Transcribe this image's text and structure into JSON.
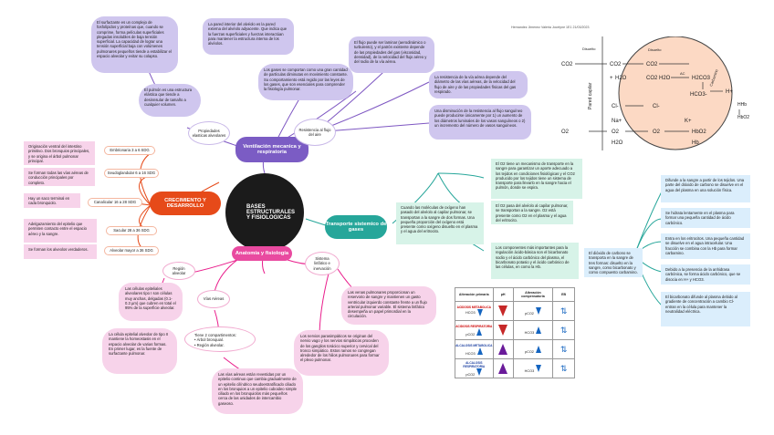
{
  "header": {
    "author_line": "Hernandez Jimenez Valeria Jocelyne 1E1 21/03/2023"
  },
  "center": {
    "title": "BASES ESTRUCTURALES Y FISIOLOGICAS"
  },
  "ventilacion": {
    "title": "Ventilación mecanica y respiratoria",
    "surfactante": "El surfactante es un complejo de fosfolípidos y proteínas que, cuando se comprime, forma películas superficiales plegadas insolubles de baja tensión superficial. La capacidad de lograr una tensión superficial baja con volúmenes pulmonares pequeños tiende a estabilizar el espacio alveolar y evitar su colapso.",
    "pared": "La pared interior del alvéolo es la pared externa del alvéolo adyacente. Que indica que la fuerzas superficiales y fuerzas interactúan para mantener la estructura interna de los alvéolos.",
    "pulmon": "El pulmón es una estructura elástica que tiende a desinnsular de tamaño a cualquier volumen.",
    "prop_elasticas": "Propiedades elasticas alveolares",
    "gases": "Los gases se comportan como una gran cantidad de partículas diminutas en movimiento constante. Su comportamiento está regido por las leyes de los gases, que son esenciales para comprender la fisiología pulmonar.",
    "resistencia": "Resistencia al flujo del aire",
    "flujo": "El flujo puede ser laminar (aerodinámico o turbulento), y el patrón existente depende de las propiedades del gas (viscosidad, densidad), de la velocidad del flujo aéreo y del radio de la vía aérea.",
    "resistencia_via": "La resistencia de la vía aérea depende del diámetro de las vías aéreas, de la velocidad del flujo de aire y de las propiedades físicas del gas respirado.",
    "disminucion": "Una disminución de la resistencia al flujo sanguíneo puede producirse únicamente por 1) un aumento de los diámetros luminales de los vasos sanguíneos o 2) un incremento del número de vasos sanguíneos."
  },
  "crecimiento": {
    "title": "CRECIMIENTO Y DESARROLLO",
    "stages": [
      {
        "label": "Embrionaria 3 a 6 SDG",
        "desc": "Originación ventral del intestino primitivo. Dos bronquios principales, y se origina el árbol pulmonar principal."
      },
      {
        "label": "Seudoglandular 6 a 16 SDG",
        "desc": "Se forman todas las vías aéreas de conducción principales por completo."
      },
      {
        "label": "Canalicular 16 a 28 SDG",
        "desc": "Hay un saco terminal en cada bronquiolo."
      },
      {
        "label": "Sacular 28 a 36 SDG",
        "desc": "Adelgazamiento del epitelio que permiten contacto entre el espacio aéreo y la sangre."
      },
      {
        "label": "Alveolar mayor a 36 SDG",
        "desc": "Se forman los alveolos verdaderos."
      }
    ]
  },
  "anatomia": {
    "title": "Anatomía y fisiología",
    "region_alveolar": "Región alveolar",
    "cel_tipo1": "Las células epiteliales alveolares tipo I son células muy anchas, delgadas (0.1-0.3 µm) que cubren en total el 95% de la superficie alveolar.",
    "cel_tipo2": "La célula epitelial alveolar de tipo II mantiene la homeostasis en el espacio alveolar de varias formas. En primer lugar, es la fuente de surfactante pulmonar.",
    "vias_aereas": "Vías Aéreas",
    "tiene": "Tiene 2 compartimentos:",
    "comp1": "Árbol bronquial.",
    "comp2": "Región alveolar.",
    "vias_desc": "Las vías aéreas están revestidas por un epitelio continuo que cambia gradualmente de un epitelio cilíndrico seudoestratificado ciliado en los bronquios a un epitelio cuboideo simple ciliado en los bronquiolos más pequeños cerca de las unidades de intercambio gaseoso.",
    "sistema": "Sistema linfático e inervación",
    "venas": "Las venas pulmonares proporcionan un reservorio de sangre y mantienen un gasto ventricular izquierdo constante frente a un flujo arterial pulmonar variable. El sistema linfático desempeña un papel primordial en la circulación.",
    "nervios": "Los nervios parasimpáticos se originan del nervio vago y los nervios simpáticos proceden de los ganglios torácico superior y cervical del tronco simpático. Estos ramos se congregan alrededor de los hilios pulmonares para formar el plexo pulmonar."
  },
  "transporte": {
    "title": "Transporte sistemico de gases",
    "o2": "El O2 tiene un mecanismo de transporte en la sangre para garantizar un aporte adecuado a los tejidos en condiciones fisiológicas y el CO2 producido por los tejidos tiene un sistema de transporte para llevarlo en la sangre hacia el pulmón, donde se espira.",
    "inspirado": "Cuando las moléculas de oxígeno han pasado del alvéolo al capilar pulmonar, se transportan a la sangre de dos formas. Una pequeña proporción del oxígeno está presente como oxígeno disuelto en el plasma y el agua del eritrocito.",
    "o2_pasa": "El O2 pasa del alvéolo al capilar pulmonar, se transportan a la sangre. O2 está presente como O2 en el plasma y el agua del eritrocito.",
    "amortiguadores": "Los componentes más importantes para la regulación ácido-básica son el bicarbonato sodio y el ácido carbónico del plasma, el bicarbonato potasio y el ácido carbónico de las células, en como la Hb.",
    "dioxido": "El dióxido de carbono se transporta en la sangre de tres formas: disuelto en la sangre, como bicarbonato y como compuesto carbamino.",
    "co2_items": [
      "Difunde a la sangre a partir de los tejidos. Una parte del dióxido de carbono se disuelve en el agua del plasma en una solución física.",
      "Se hidrata lentamente en el plasma para formar una pequeña cantidad de ácido carbónico.",
      "Entra en los eritrocitos. Una pequeña cantidad se disuelve en el agua intracelular. Una fracción se combina con la Hb para formar carbamino.",
      "Debido a la presencia de la anhidrasa carbónica, se forma ácido carbónico, que se disocia en H+ y HCO3.",
      "El bicarbonato difunde al plasma debido al gradiente de concentración a cambio Cl- entran en la célula para mantener la neutralidad eléctrica."
    ]
  },
  "table": {
    "headers": [
      "Alteración primaria",
      "pH",
      "Alteración compensatoria",
      "EB"
    ],
    "rows": [
      {
        "name": "ACIDOSIS METABOLICA",
        "primary": "HCO3",
        "comp": "pCO2",
        "color": "#c62828"
      },
      {
        "name": "ACIDOSIS RESPIRATORIA",
        "primary": "pCO2",
        "comp": "HCO3",
        "color": "#c62828"
      },
      {
        "name": "ALCALOSIS METABOLICA",
        "primary": "HCO3",
        "comp": "pCO2",
        "color": "#6a1b9a"
      },
      {
        "name": "ALCALOSIS RESPIRATORIA",
        "primary": "pCO2",
        "comp": "HCO3",
        "color": "#6a1b9a"
      }
    ]
  },
  "diagram": {
    "disuelto1": "Disuelto",
    "disuelto2": "Disuelto",
    "carbamino": "Carbamino",
    "pared": "Pared capilar",
    "ac": "AC",
    "co2": "CO2",
    "h2o": "H2O",
    "h2co3": "H2CO3",
    "hco3": "HCO3-",
    "h": "H+",
    "cl": "Cl-",
    "na": "Na+",
    "k": "K+",
    "o2": "O2",
    "hbo2": "HbO2",
    "hhb": "HHb",
    "hb": "Hb"
  }
}
